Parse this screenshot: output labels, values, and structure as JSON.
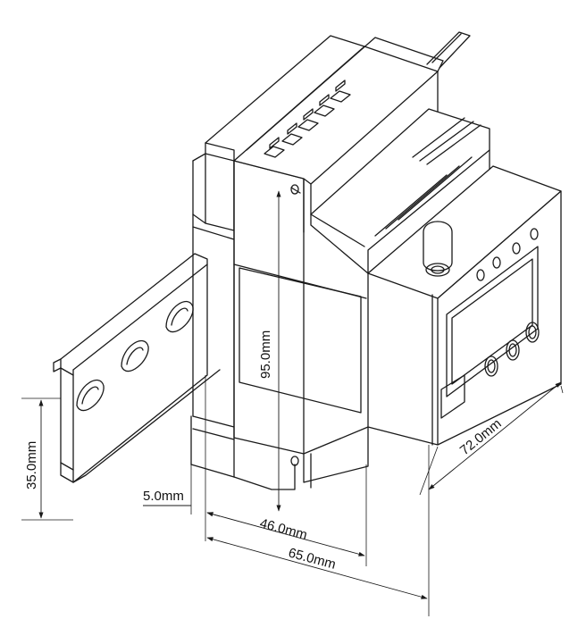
{
  "dimensions": {
    "height": "95.0mm",
    "rail_height": "35.0mm",
    "rail_offset": "5.0mm",
    "depth_front": "46.0mm",
    "depth_total": "65.0mm",
    "width": "72.0mm"
  }
}
